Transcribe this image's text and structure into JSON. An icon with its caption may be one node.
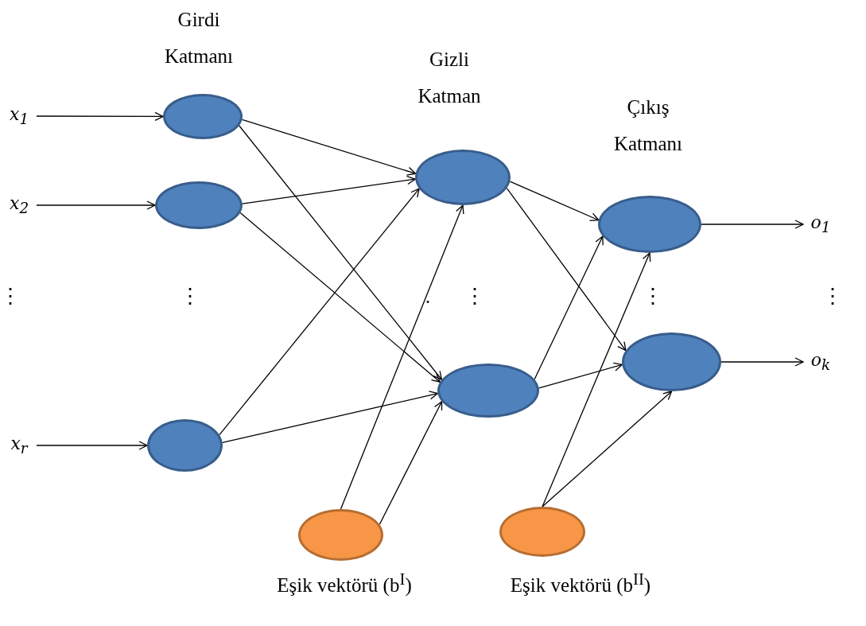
{
  "diagram": {
    "nodes": [
      {
        "text": [
          "x$_{1}$"
        ]
      },
      {
        "text": [
          "x$_{2}$"
        ]
      },
      {
        "text": [
          "x$_{r}$"
        ]
      },
      {
        "text": [],
        "shape": "ellipse"
      },
      {
        "text": [],
        "shape": "ellipse"
      },
      {
        "text": [],
        "shape": "ellipse"
      },
      {
        "text": [],
        "shape": "ellipse"
      },
      {
        "text": [],
        "shape": "ellipse"
      },
      {
        "text": [],
        "shape": "ellipse"
      },
      {
        "text": [],
        "shape": "ellipse"
      },
      {
        "text": [],
        "shape": "ellipse",
        "beside": [
          "Eşik vektörü (b$^{I}$)"
        ]
      },
      {
        "text": [],
        "shape": "ellipse",
        "beside": [
          "Eşik vektörü (b$^{II}$)"
        ]
      },
      {
        "text": [
          "o$_{1}$"
        ]
      },
      {
        "text": [
          "o$_{k}$"
        ]
      }
    ],
    "edges": [
      {
        "from": 0,
        "to": 3,
        "arrow": "to"
      },
      {
        "from": 1,
        "to": 4,
        "arrow": "to"
      },
      {
        "from": 2,
        "to": 5,
        "arrow": "to"
      },
      {
        "from": 3,
        "to": 6,
        "arrow": "to"
      },
      {
        "from": 3,
        "to": 7,
        "arrow": "to"
      },
      {
        "from": 4,
        "to": 6,
        "arrow": "to"
      },
      {
        "from": 4,
        "to": 7,
        "arrow": "to"
      },
      {
        "from": 5,
        "to": 6,
        "arrow": "to"
      },
      {
        "from": 5,
        "to": 7,
        "arrow": "to"
      },
      {
        "from": 10,
        "to": 6,
        "arrow": "to"
      },
      {
        "from": 10,
        "to": 7,
        "arrow": "to"
      },
      {
        "from": 6,
        "to": 8,
        "arrow": "to"
      },
      {
        "from": 6,
        "to": 9,
        "arrow": "to"
      },
      {
        "from": 7,
        "to": 8,
        "arrow": "to"
      },
      {
        "from": 7,
        "to": 9,
        "arrow": "to"
      },
      {
        "from": 11,
        "to": 8,
        "arrow": "to"
      },
      {
        "from": 11,
        "to": 9,
        "arrow": "to"
      },
      {
        "from": 8,
        "to": 12,
        "arrow": "to"
      },
      {
        "from": 9,
        "to": 13,
        "arrow": "to"
      }
    ],
    "labels": [
      "Girdi Katmanı",
      "Gizli Katman",
      "Çıkış Katmanı",
      "⋮",
      "⋮",
      ".",
      "⋮",
      "⋮",
      "⋮"
    ]
  }
}
